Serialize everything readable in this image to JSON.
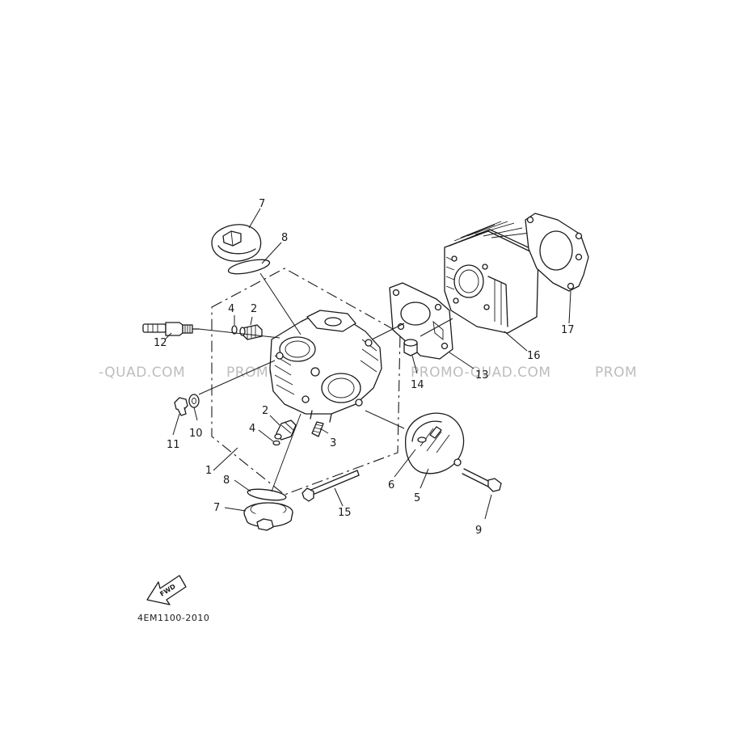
{
  "diagram": {
    "part_code": "4EM1100-2010",
    "fwd_label": "FWD",
    "watermarks": [
      "-QUAD.COM",
      "PROMO-QUAD.COM",
      "PROMO-QUAD.COM",
      "PROM"
    ],
    "callouts": {
      "c1": "1",
      "c2a": "2",
      "c2b": "2",
      "c3": "3",
      "c4a": "4",
      "c4b": "4",
      "c5": "5",
      "c6": "6",
      "c7a": "7",
      "c7b": "7",
      "c8a": "8",
      "c8b": "8",
      "c9": "9",
      "c10": "10",
      "c11": "11",
      "c12": "12",
      "c13": "13",
      "c14": "14",
      "c15": "15",
      "c16": "16",
      "c17": "17"
    }
  }
}
